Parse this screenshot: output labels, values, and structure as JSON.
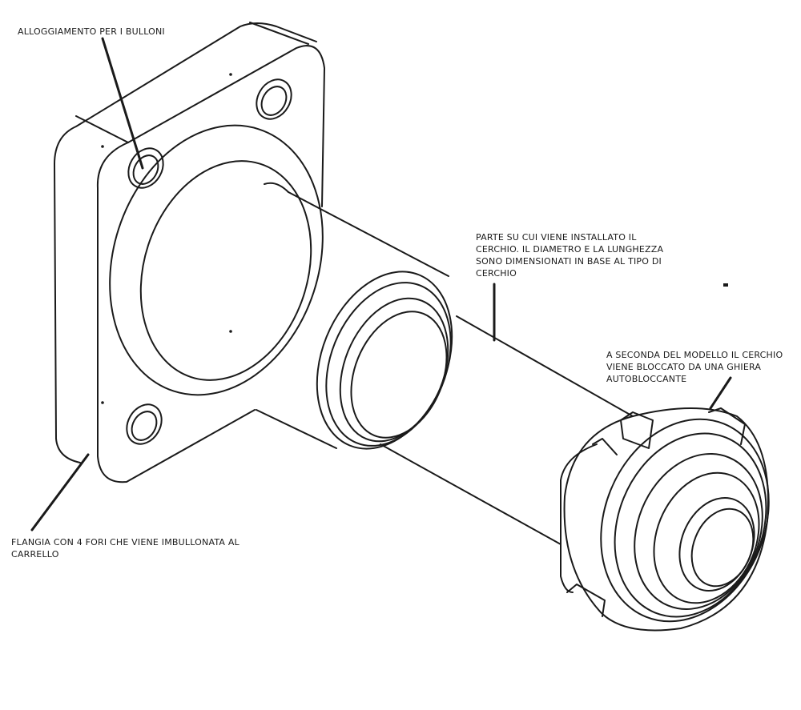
{
  "labels": {
    "bolt_housing": "ALLOGGIAMENTO PER I BULLONI",
    "flange": [
      "FLANGIA CON 4 FORI CHE VIENE IMBULLONATA AL",
      "CARRELLO"
    ],
    "shaft": [
      "PARTE SU CUI VIENE INSTALLATO IL",
      "CERCHIO. IL DIAMETRO E LA LUNGHEZZA",
      "SONO DIMENSIONATI IN BASE AL TIPO DI",
      "CERCHIO"
    ],
    "lock_nut": [
      "A SECONDA DEL MODELLO IL CERCHIO",
      "VIENE BLOCCATO DA UNA GHIERA",
      "AUTOBLOCCANTE"
    ]
  },
  "colors": {
    "line": "#1a1a1a",
    "background": "#ffffff"
  }
}
